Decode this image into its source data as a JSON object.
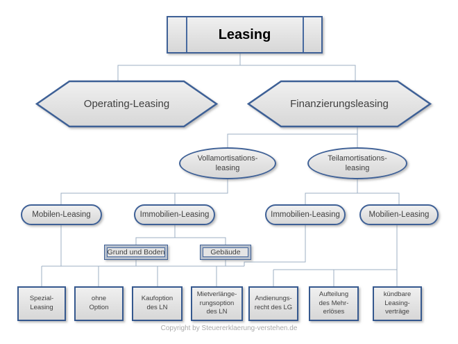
{
  "diagram": {
    "root": {
      "label": "Leasing"
    },
    "branches": {
      "operating": {
        "label": "Operating-Leasing"
      },
      "finanzierung": {
        "label": "Finanzierungsleasing"
      }
    },
    "amortisation": {
      "voll": {
        "label": "Vollamortisations-\nleasing"
      },
      "teil": {
        "label": "Teilamortisations-\nleasing"
      }
    },
    "objektarten": {
      "mobilen_voll": {
        "label": "Mobilen-Leasing"
      },
      "immobilien_voll": {
        "label": "Immobilien-Leasing"
      },
      "immobilien_teil": {
        "label": "Immobilien-Leasing"
      },
      "mobilien_teil": {
        "label": "Mobilien-Leasing"
      }
    },
    "immobilien_unterarten": {
      "grund": {
        "label": "Grund und Boden"
      },
      "gebaeude": {
        "label": "Gebäude"
      }
    },
    "vertragsformen": {
      "spezial": {
        "label": "Spezial-\nLeasing"
      },
      "ohne_option": {
        "label": "ohne\nOption"
      },
      "kaufoption": {
        "label": "Kaufoption\ndes LN"
      },
      "mietverlaengerung": {
        "label": "Mietverlänge-\nrungsoption\ndes LN"
      },
      "andienungsrecht": {
        "label": "Andienungs-\nrecht des LG"
      },
      "aufteilung": {
        "label": "Aufteilung\ndes Mehr-\nerlöses"
      },
      "kuendbar": {
        "label": "kündbare\nLeasing-\nverträge"
      }
    }
  },
  "footer": {
    "copyright": "Copyright by Steuererklaerung-verstehen.de"
  },
  "colors": {
    "shape_border": "#3e6096",
    "leaf_border": "#35588e",
    "connector": "#9cafc3",
    "shape_fill_top": "#f0f0f0",
    "shape_fill_bottom": "#d7d7d7",
    "text": "#3f3f3f",
    "copyright": "#a8a8a8"
  }
}
